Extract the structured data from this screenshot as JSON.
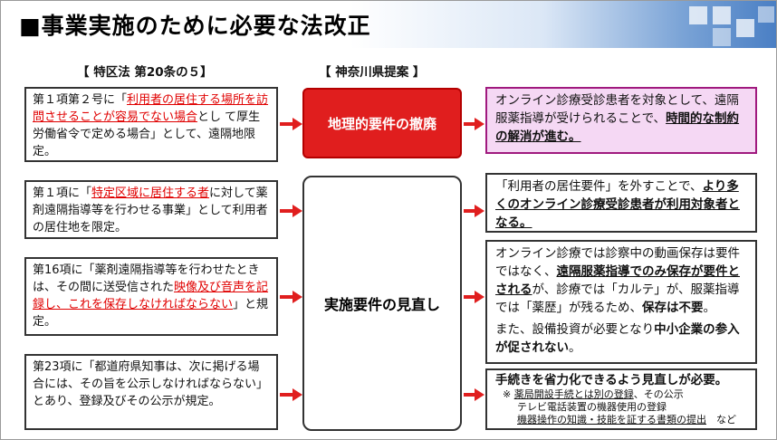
{
  "title": "■事業実施のために必要な法改正",
  "col_left": "【 特区法 第20条の５】",
  "col_mid": "【 神奈川県提案 】",
  "left": {
    "b1": {
      "pre": "第１項第２号に「",
      "red": "利用者の居住する場所を訪問させることが容易でない場合",
      "post": "とし て厚生労働省令で定める場合」として、遠隔地限定。"
    },
    "b2": {
      "pre": "第１項に「",
      "red": "特定区域に居住する者",
      "post": "に対して薬剤遠隔指導等を行わせる事業」として利用者の居住地を限定。"
    },
    "b3": {
      "pre": "第16項に「薬剤遠隔指導等を行わせたときは、その間に送受信された",
      "red": "映像及び音声を記録し、これを保存しなければならない",
      "post": "」と規定。"
    },
    "b4": {
      "text": "第23項に「都道府県知事は、次に掲げる場合には、その旨を公示しなければならない」とあり、登録及びその公示が規定。"
    }
  },
  "middle": {
    "top": "地理的要件の撤廃",
    "bottom": "実施要件の見直し"
  },
  "right": {
    "r1": {
      "pre": "オンライン診療受診患者を対象として、遠隔服薬指導が受けられることで、",
      "bu": "時間的な制約の解消が進む。"
    },
    "r2": {
      "pre": "「利用者の居住要件」を外すことで、",
      "bu": "より多くのオンライン診療受診患者が利用対象者となる。"
    },
    "r3": {
      "p1": "オンライン診療では診察中の動画保存は要件ではなく、",
      "bu1": "遠隔服薬指導でのみ保存が要件とされる",
      "p2": "が、診療では「カルテ」が、服薬指導では「薬歴」が残るため、",
      "bu2": "保存は不要",
      "p3": "。",
      "p4": "また、設備投資が必要となり",
      "bu3": "中小企業の参入が促されない",
      "p5": "。"
    },
    "r4": {
      "main": "手続きを省力化できるよう見直しが必要。",
      "n1_pre": "※ ",
      "n1_u": "薬局開設手続とは別の登録",
      "n1_post": "、その公示",
      "n2": "テレビ電話装置の機器使用の登録",
      "n3_u": "機器操作の知識・技能を証する書類の提出",
      "n3_post": "　など"
    }
  }
}
